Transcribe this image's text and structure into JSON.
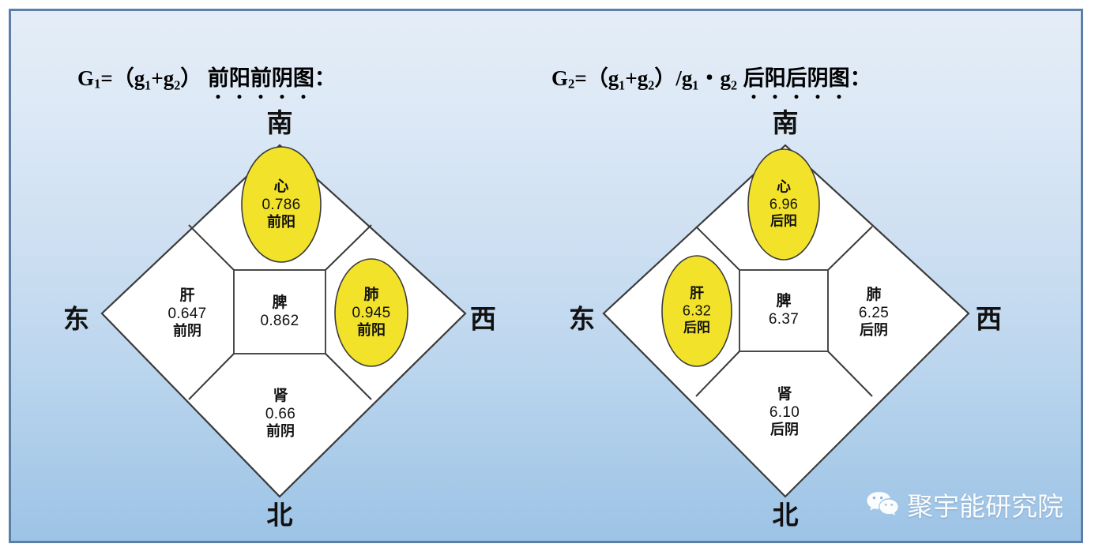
{
  "slide": {
    "background_top_color": "#e4edf7",
    "background_bottom_color": "#9dc3e6",
    "border_color": "#5b7fa6",
    "highlight_color": "#f2e32a"
  },
  "titles": {
    "left": {
      "formula_prefix": "G",
      "formula_sub": "1",
      "formula_body": "=（g₁+g₂）",
      "label_chars": [
        "前",
        "阳",
        "前",
        "阴",
        "图"
      ],
      "suffix": "："
    },
    "right": {
      "formula_prefix": "G",
      "formula_sub": "2",
      "formula_body": "=（g₁+g₂）/g₁・g₂",
      "label_chars": [
        "后",
        "阳",
        "后",
        "阴",
        "图"
      ],
      "suffix": "："
    }
  },
  "directions": {
    "north": "南",
    "south": "北",
    "east": "东",
    "west": "西"
  },
  "chart_data": [
    {
      "type": "diagram",
      "id": "left-diagram",
      "title": "G₁=（g₁+g₂）前阳前阴图：",
      "shape": "diamond-five-element",
      "directions": {
        "top": "南",
        "bottom": "北",
        "left": "东",
        "right": "西"
      },
      "nodes": [
        {
          "position": "top",
          "organ": "心",
          "value": "0.786",
          "phase": "前阳",
          "highlighted": true
        },
        {
          "position": "left",
          "organ": "肝",
          "value": "0.647",
          "phase": "前阴",
          "highlighted": false
        },
        {
          "position": "center",
          "organ": "脾",
          "value": "0.862",
          "phase": "",
          "highlighted": false
        },
        {
          "position": "right",
          "organ": "肺",
          "value": "0.945",
          "phase": "前阳",
          "highlighted": true
        },
        {
          "position": "bottom",
          "organ": "肾",
          "value": "0.66",
          "phase": "前阴",
          "highlighted": false
        }
      ]
    },
    {
      "type": "diagram",
      "id": "right-diagram",
      "title": "G₂=（g₁+g₂）/g₁・g₂ 后阳后阴图：",
      "shape": "diamond-five-element",
      "directions": {
        "top": "南",
        "bottom": "北",
        "left": "东",
        "right": "西"
      },
      "nodes": [
        {
          "position": "top",
          "organ": "心",
          "value": "6.96",
          "phase": "后阳",
          "highlighted": true
        },
        {
          "position": "left",
          "organ": "肝",
          "value": "6.32",
          "phase": "后阳",
          "highlighted": true
        },
        {
          "position": "center",
          "organ": "脾",
          "value": "6.37",
          "phase": "",
          "highlighted": false
        },
        {
          "position": "right",
          "organ": "肺",
          "value": "6.25",
          "phase": "后阴",
          "highlighted": false
        },
        {
          "position": "bottom",
          "organ": "肾",
          "value": "6.10",
          "phase": "后阴",
          "highlighted": false
        }
      ]
    }
  ],
  "watermark": {
    "icon": "wechat-icon",
    "text": "聚宇能研究院"
  }
}
